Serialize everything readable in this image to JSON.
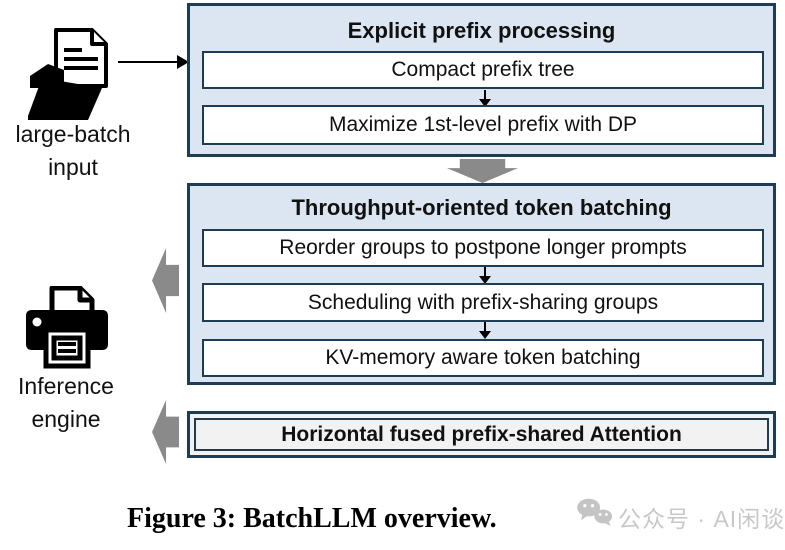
{
  "figure": {
    "input_label": "large-batch input",
    "engine_label": "Inference engine",
    "box1": {
      "title": "Explicit prefix processing",
      "steps": [
        "Compact prefix tree",
        "Maximize 1st-level prefix with DP"
      ]
    },
    "box2": {
      "title": "Throughput-oriented token batching",
      "steps": [
        "Reorder groups to postpone longer prompts",
        "Scheduling with prefix-sharing groups",
        "KV-memory aware token batching"
      ]
    },
    "box3": {
      "title": "Horizontal fused prefix-shared Attention"
    }
  },
  "caption": "Figure 3: BatchLLM overview.",
  "watermark": {
    "text": "公众号 · AI闲谈"
  },
  "icons": {
    "input": "folder-document-icon",
    "engine": "printer-icon",
    "watermark": "wechat-icon"
  },
  "colors": {
    "box_border": "#1f3c55",
    "box_fill_blue": "#dce6f2",
    "box_fill_gray": "#f2f2f2",
    "arrow_gray": "#8a8a8a",
    "watermark_gray": "#c8c8c8"
  }
}
